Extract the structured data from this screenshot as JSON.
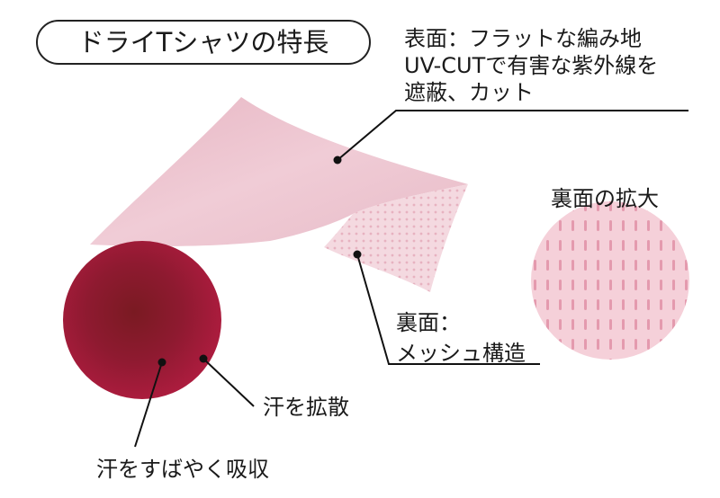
{
  "title": "ドライTシャツの特長",
  "surface": {
    "lines": [
      "表面：フラットな編み地",
      "UV-CUTで有害な紫外線を",
      "遮蔽、カット"
    ]
  },
  "back": {
    "lines": [
      "裏面：",
      "メッシュ構造"
    ]
  },
  "zoom_label": "裏面の拡大",
  "spread_label": "汗を拡散",
  "absorb_label": "汗をすばやく吸収",
  "colors": {
    "fabric": "#edc4cf",
    "sweat": "#a61a3a",
    "mesh": "#f3c9d3"
  }
}
